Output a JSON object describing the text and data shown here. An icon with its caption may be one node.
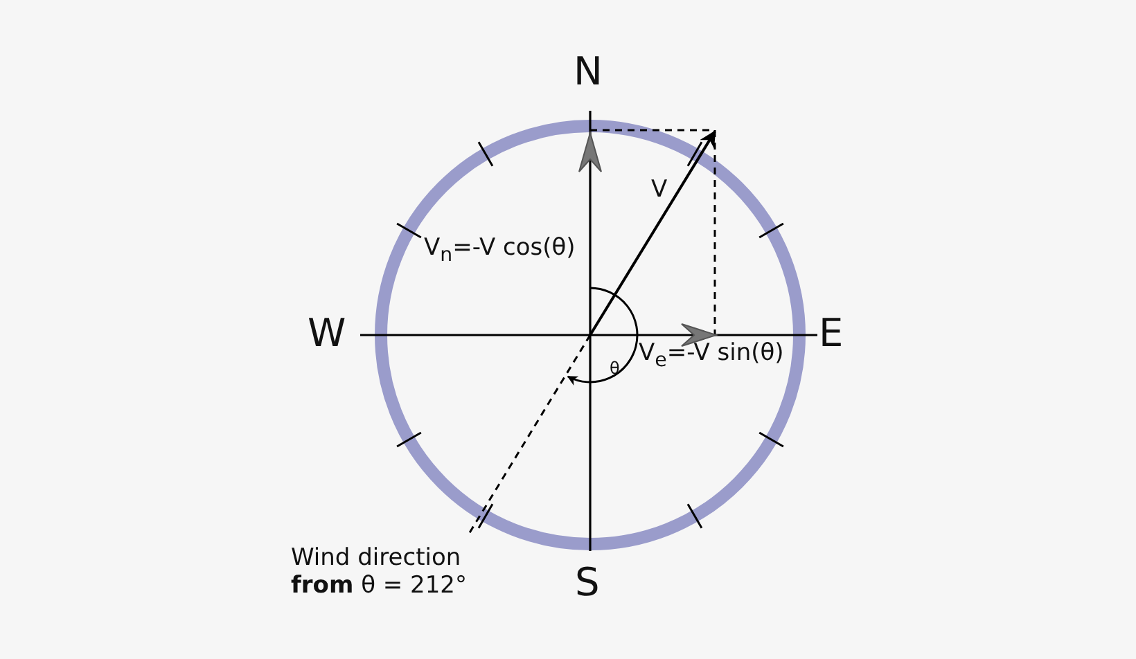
{
  "diagram": {
    "labels": [
      "N",
      "V",
      "V$_{n}$=-V cos(θ)",
      "W",
      "E",
      "θ",
      "V$_{e}$=-V sin(θ)",
      "Wind direction **from** θ = 212°",
      "S"
    ]
  }
}
